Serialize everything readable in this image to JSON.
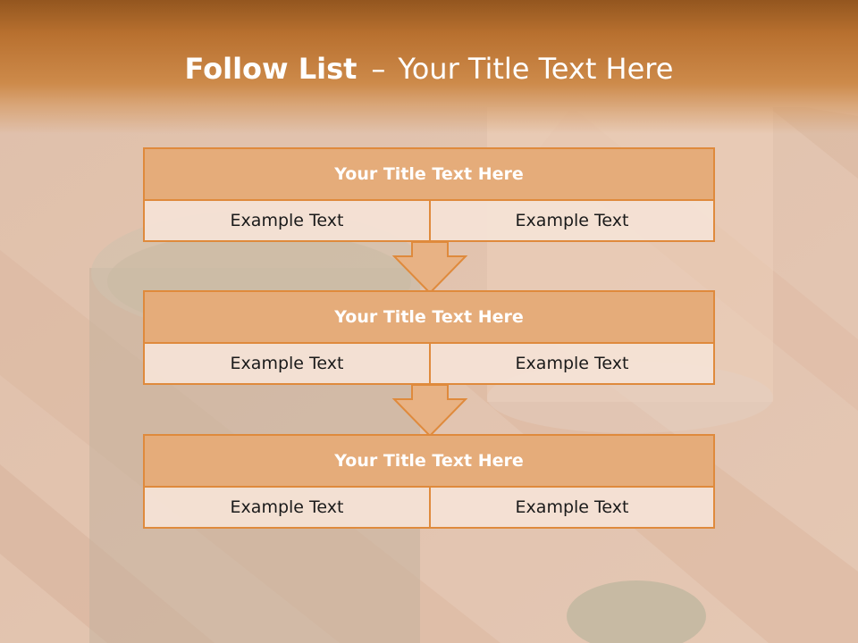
{
  "slide": {
    "title_bold": "Follow List",
    "title_sep": "–",
    "title_rest": "Your Title Text Here"
  },
  "steps": [
    {
      "title": "Your Title Text Here",
      "left": "Example Text",
      "right": "Example Text"
    },
    {
      "title": "Your Title Text Here",
      "left": "Example Text",
      "right": "Example Text"
    },
    {
      "title": "Your Title Text Here",
      "left": "Example Text",
      "right": "Example Text"
    }
  ],
  "colors": {
    "header_band": "#b8702f",
    "box_border": "#df8a3c",
    "box_title_fill": "#e5ac7a",
    "box_cell_fill": "#f4e1d5",
    "arrow_fill": "#e8b284"
  },
  "icons": [
    "down-arrow-icon",
    "down-arrow-icon"
  ]
}
